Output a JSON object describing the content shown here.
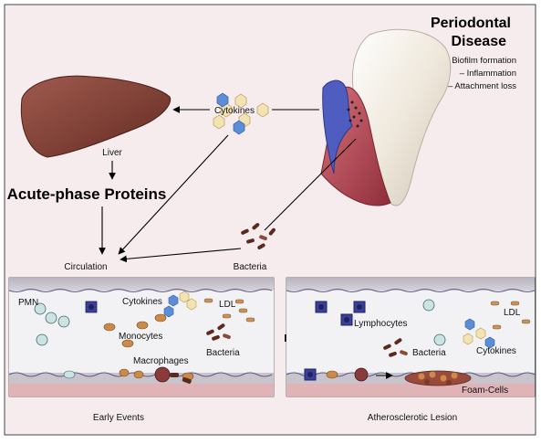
{
  "title": {
    "line1": "Periodontal",
    "line2": "Disease"
  },
  "features": [
    "– Biofilm formation",
    "– Inflammation",
    "– Attachment loss"
  ],
  "labels": {
    "cytokines_top": "Cytokines",
    "liver": "Liver",
    "acute_phase": "Acute-phase Proteins",
    "circulation": "Circulation",
    "bacteria_top": "Bacteria"
  },
  "early_panel": {
    "pmn": "PMN",
    "cytokines": "Cytokines",
    "ldl": "LDL",
    "monocytes": "Monocytes",
    "bacteria": "Bacteria",
    "macrophages": "Macrophages",
    "caption": "Early Events"
  },
  "lesion_panel": {
    "lymphocytes": "Lymphocytes",
    "ldl": "LDL",
    "bacteria": "Bacteria",
    "cytokines": "Cytokines",
    "foam_cells": "Foam-Cells",
    "caption": "Atherosclerotic Lesion"
  },
  "colors": {
    "background": "#f6ecee",
    "vessel_lumen": "#f1f1f1",
    "vessel_wall": "#c7c3cb",
    "liver": "#8a4a40",
    "tooth": "#f3ede3",
    "gum": "#c0505a",
    "bone": "#4f5cc0",
    "hex_blue": "#5b8ed6",
    "hex_yellow": "#e7cc8a",
    "ldl": "#c9925b",
    "bacteria": "#5a2a1e",
    "lymphocyte": "#3a3f9a"
  }
}
